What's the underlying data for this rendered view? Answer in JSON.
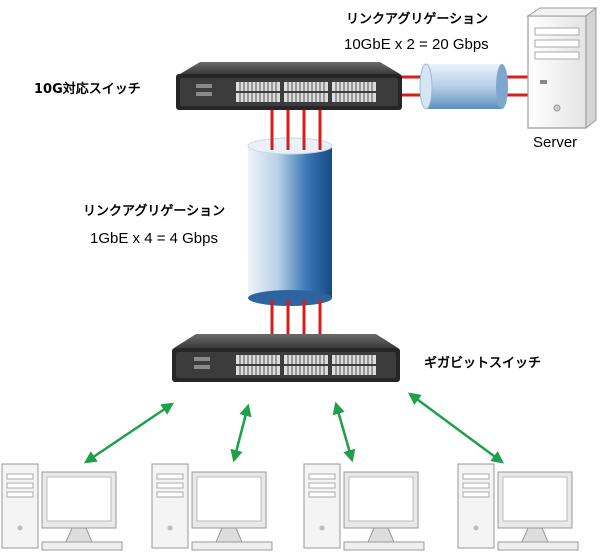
{
  "labels": {
    "top_switch": "10G対応スイッチ",
    "bottom_switch": "ギガビットスイッチ",
    "server": "Server",
    "server_link_title": "リンクアグリゲーション",
    "server_link_value": "10GbE x 2 = 20 Gbps",
    "switch_link_title": "リンクアグリゲーション",
    "switch_link_value": "1GbE x 4 = 4 Gbps"
  },
  "colors": {
    "link_line": "#d81e1e",
    "client_arrow": "#1fa04a",
    "pipe_light": "#dde9f4",
    "pipe_dark": "#1f5e9e",
    "switch_body": "#2b2b2b"
  },
  "client_count": 4,
  "aggregated_ports": 4
}
